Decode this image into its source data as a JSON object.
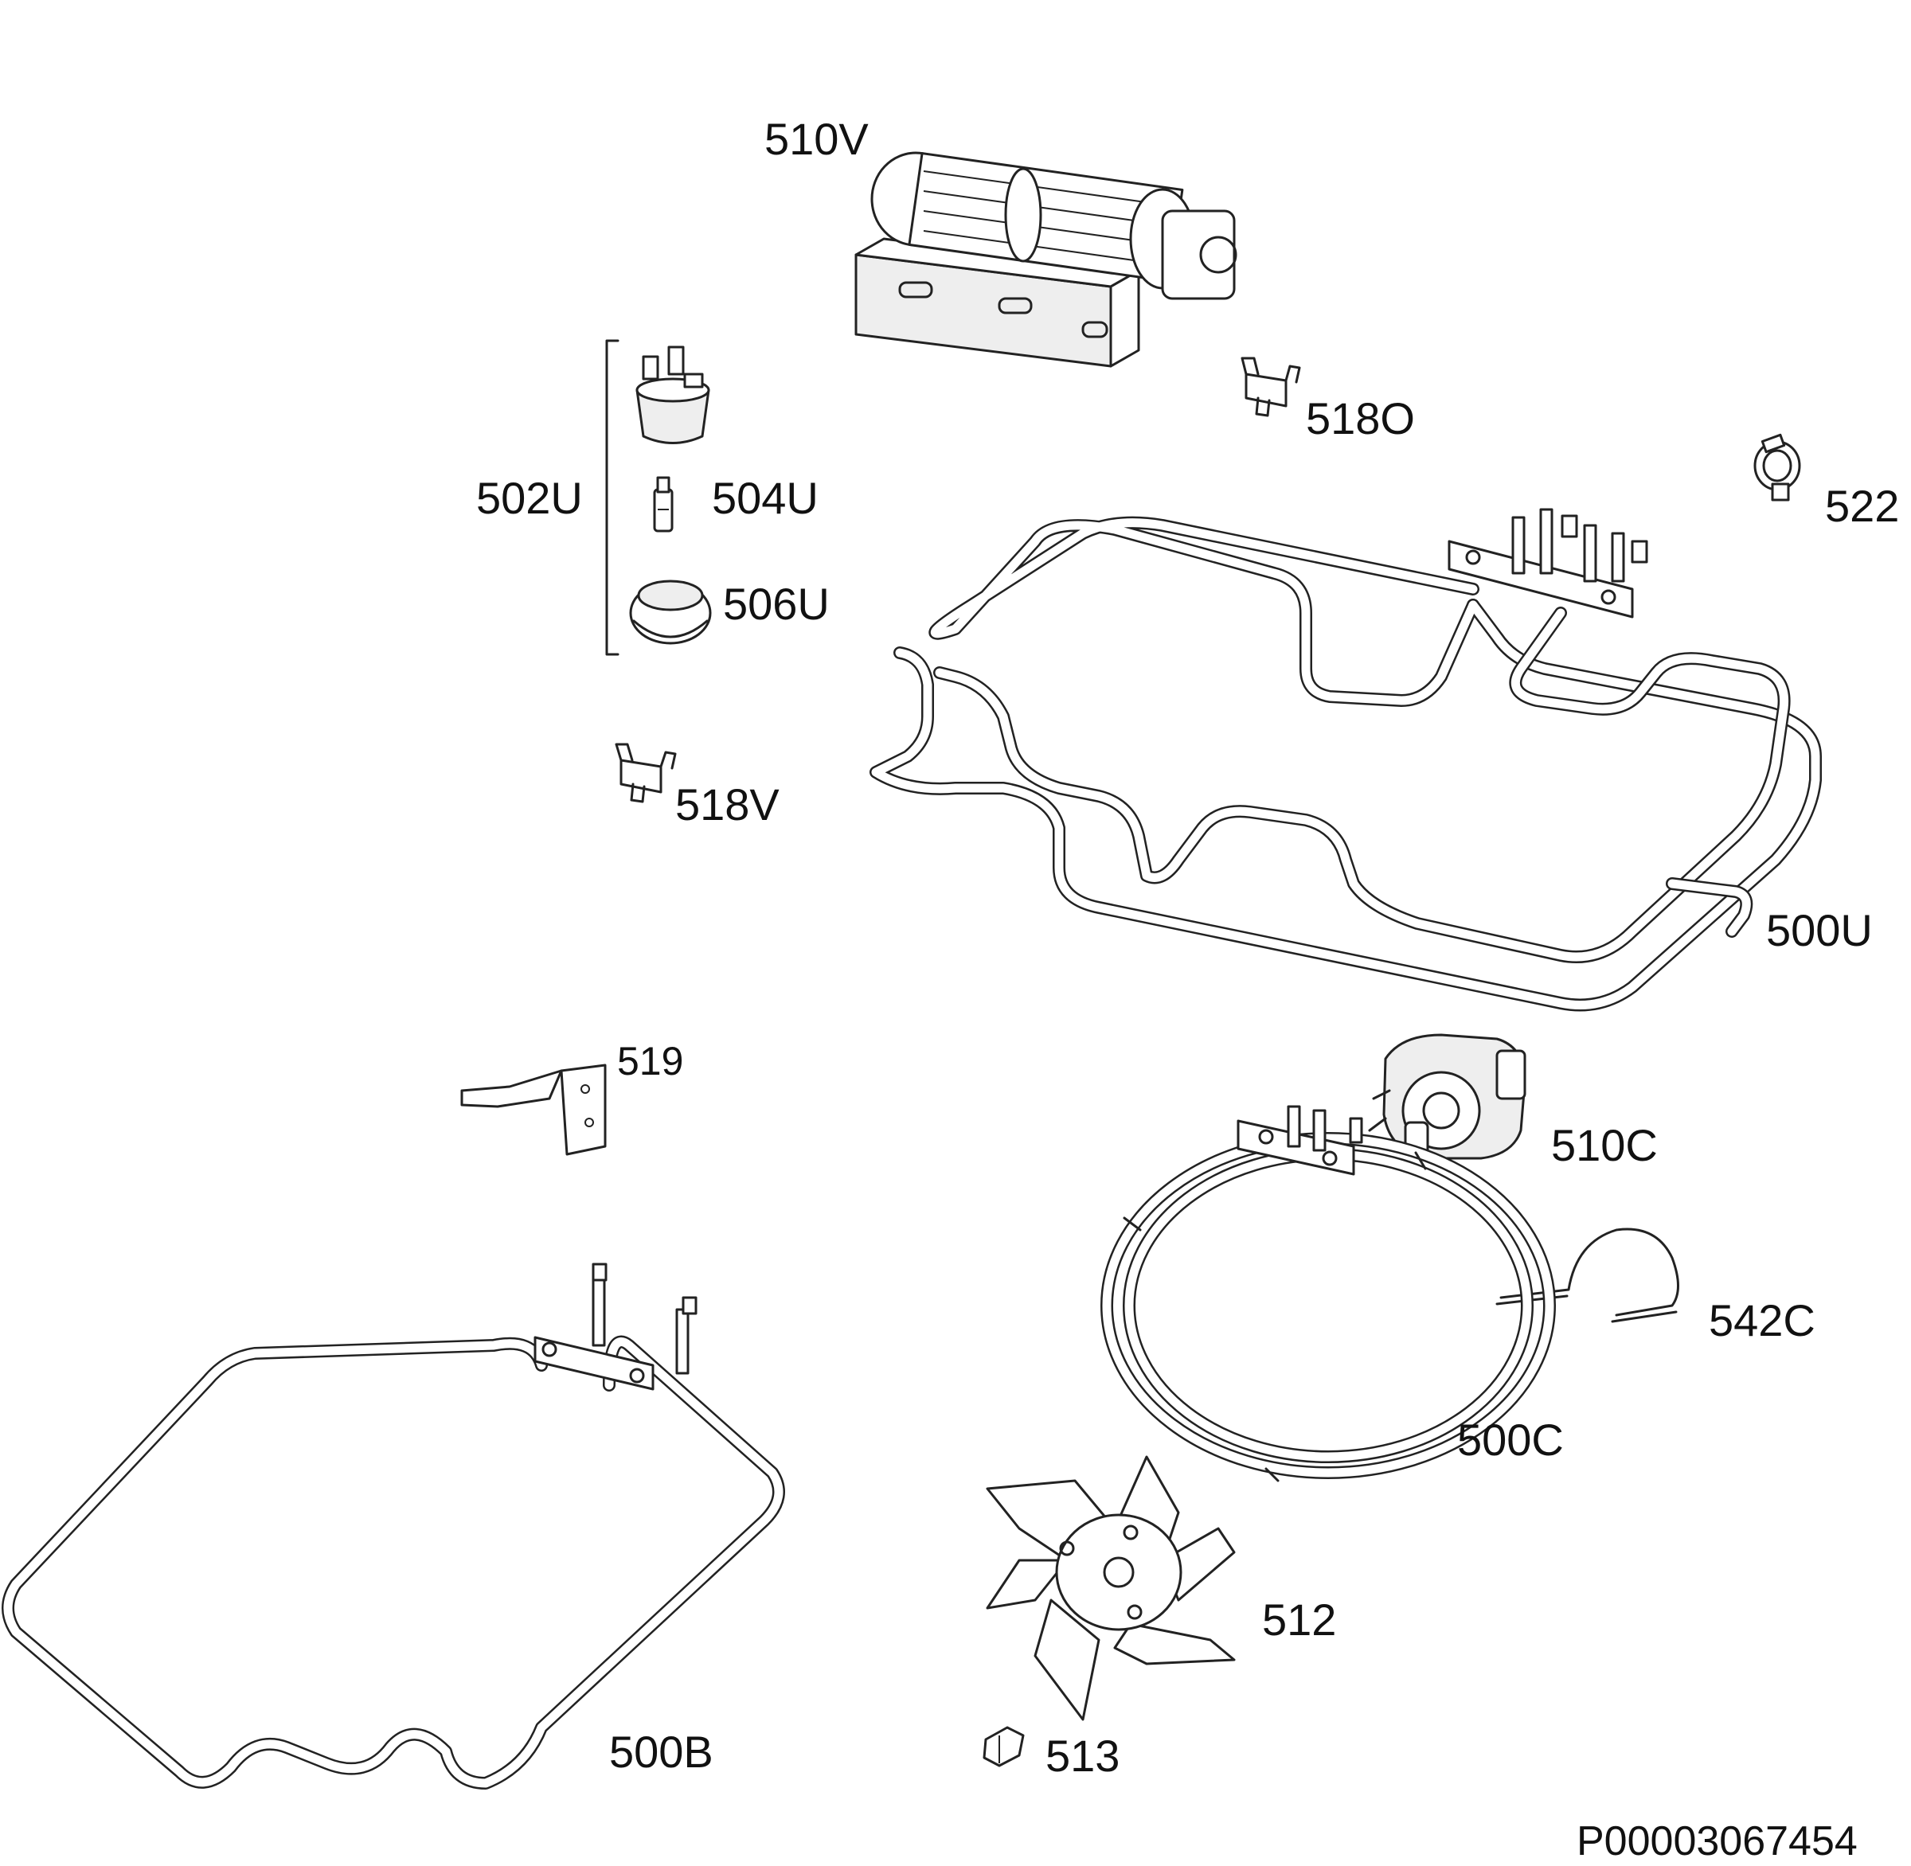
{
  "diagram": {
    "parts": {
      "p510V": "510V",
      "p518O": "518O",
      "p502U": "502U",
      "p504U": "504U",
      "p506U": "506U",
      "p522": "522",
      "p518V": "518V",
      "p500U": "500U",
      "p519": "519",
      "p510C": "510C",
      "p542C": "542C",
      "p500C": "500C",
      "p512": "512",
      "p513": "513",
      "p500B": "500B"
    },
    "reference": "P00003067454"
  }
}
